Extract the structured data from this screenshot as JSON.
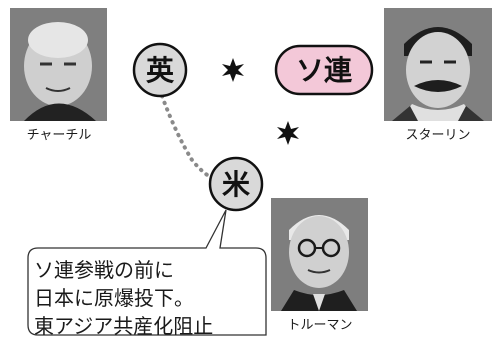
{
  "leaders": {
    "churchill": {
      "name": "チャーチル"
    },
    "stalin": {
      "name": "スターリン"
    },
    "truman": {
      "name": "トルーマン"
    }
  },
  "nodes": {
    "uk": {
      "label": "英"
    },
    "ussr": {
      "label": "ソ連"
    },
    "us": {
      "label": "米"
    }
  },
  "callout": {
    "lines": [
      "ソ連参戦の前に",
      "日本に原爆投下。",
      "東アジア共産化阻止"
    ]
  }
}
